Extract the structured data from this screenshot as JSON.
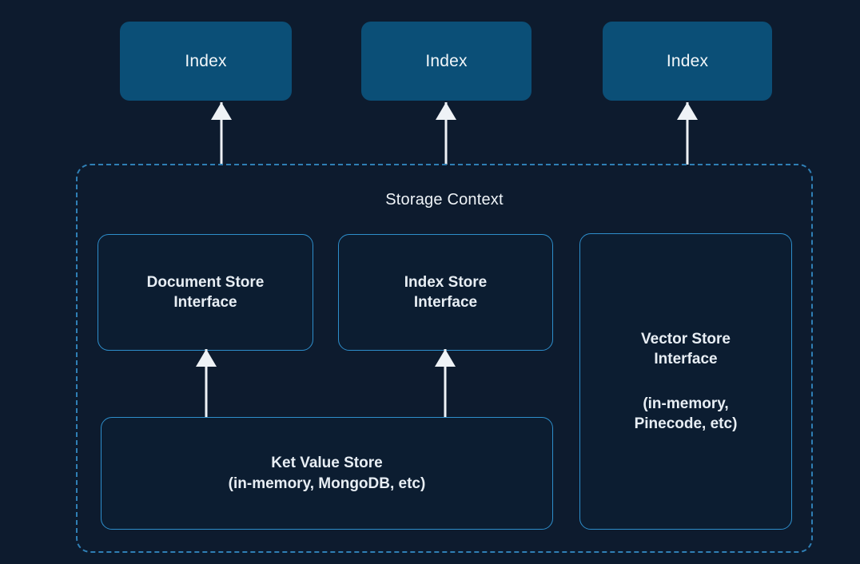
{
  "diagram": {
    "title": "Storage Context",
    "background_color": "#0d1b2e",
    "accent_color": "#2e8ecb",
    "index_fill_color": "#0b4f77",
    "arrow_color": "#eef2f6",
    "index_nodes": [
      {
        "label": "Index"
      },
      {
        "label": "Index"
      },
      {
        "label": "Index"
      }
    ],
    "interfaces": [
      {
        "line1": "Document Store",
        "line2": "Interface"
      },
      {
        "line1": "Index Store",
        "line2": "Interface"
      },
      {
        "line1": "Vector Store",
        "line2": "Interface",
        "sub1": "(in-memory,",
        "sub2": "Pinecode, etc)"
      }
    ],
    "backing_store": {
      "line1": "Ket Value Store",
      "line2": "(in-memory, MongoDB, etc)"
    },
    "arrows": [
      {
        "name": "index-1-arrow"
      },
      {
        "name": "index-2-arrow"
      },
      {
        "name": "index-3-arrow"
      },
      {
        "name": "document-store-arrow"
      },
      {
        "name": "index-store-arrow"
      }
    ]
  }
}
